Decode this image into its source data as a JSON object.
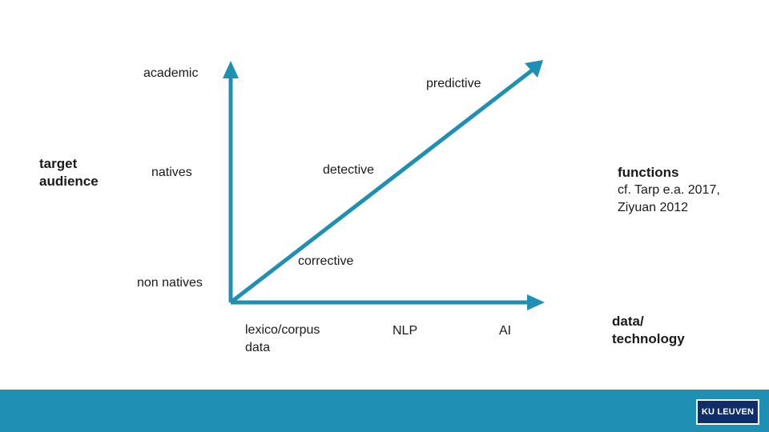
{
  "colors": {
    "axis": "#1f8fb3",
    "footer": "#1f8fb3",
    "logo_bg": "#0f2d6b"
  },
  "labels": {
    "target_audience": "target\naudience",
    "academic": "academic",
    "natives": "natives",
    "non_natives": "non natives",
    "predictive": "predictive",
    "detective": "detective",
    "corrective": "corrective",
    "functions_title": "functions",
    "functions_ref": "cf. Tarp e.a. 2017,\nZiyuan 2012",
    "lexico": "lexico/corpus\ndata",
    "nlp": "NLP",
    "ai": "AI",
    "data_technology": "data/\ntechnology"
  },
  "footer": {
    "logo_text": "KU LEUVEN"
  }
}
